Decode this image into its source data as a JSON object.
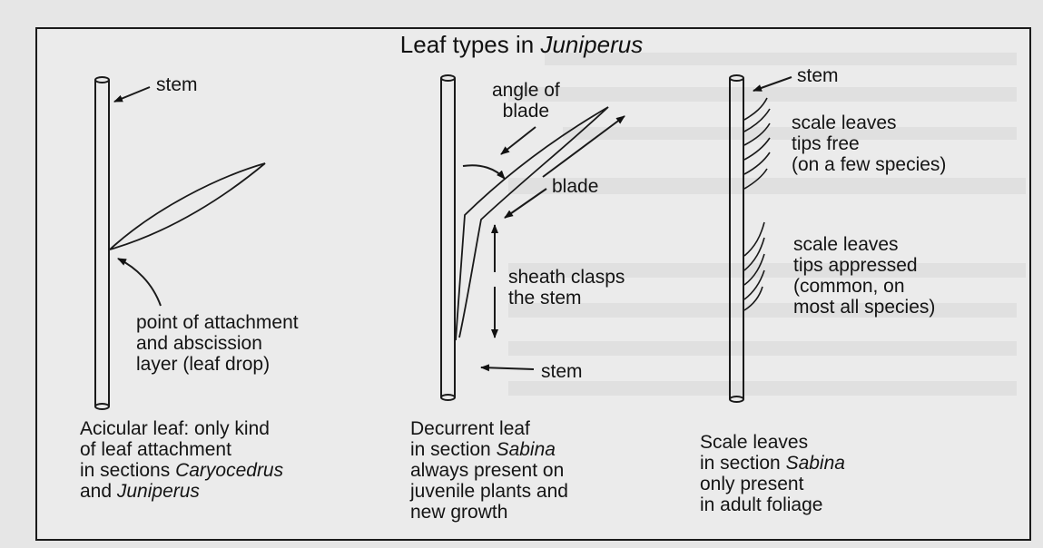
{
  "title": {
    "prefix": "Leaf types in ",
    "genus": "Juniperus"
  },
  "panel1": {
    "stem_label": "stem",
    "attachment_label": [
      "point of attachment",
      "and abscission",
      "layer (leaf drop)"
    ],
    "caption": [
      "Acicular leaf: only kind",
      "of leaf attachment"
    ],
    "caption_line3_prefix": "in sections ",
    "caption_line3_italic": "Caryocedrus",
    "caption_line4_prefix": "and ",
    "caption_line4_italic": "Juniperus"
  },
  "panel2": {
    "angle_label": [
      "angle of",
      "blade"
    ],
    "blade_label": "blade",
    "sheath_label": [
      "sheath clasps",
      "the stem"
    ],
    "stem_label": "stem",
    "caption_line1": "Decurrent leaf",
    "caption_line2_prefix": "in section ",
    "caption_line2_italic": "Sabina",
    "caption_rest": [
      "always present on",
      "juvenile plants and",
      "new growth"
    ]
  },
  "panel3": {
    "stem_label": "stem",
    "free_label": [
      "scale leaves",
      "tips free",
      "(on a few species)"
    ],
    "appressed_label": [
      "scale leaves",
      "tips appressed",
      "(common, on",
      "most all species)"
    ],
    "caption_line1": "Scale leaves",
    "caption_line2_prefix": "in section ",
    "caption_line2_italic": "Sabina",
    "caption_rest": [
      "only present",
      "in adult foliage"
    ]
  }
}
